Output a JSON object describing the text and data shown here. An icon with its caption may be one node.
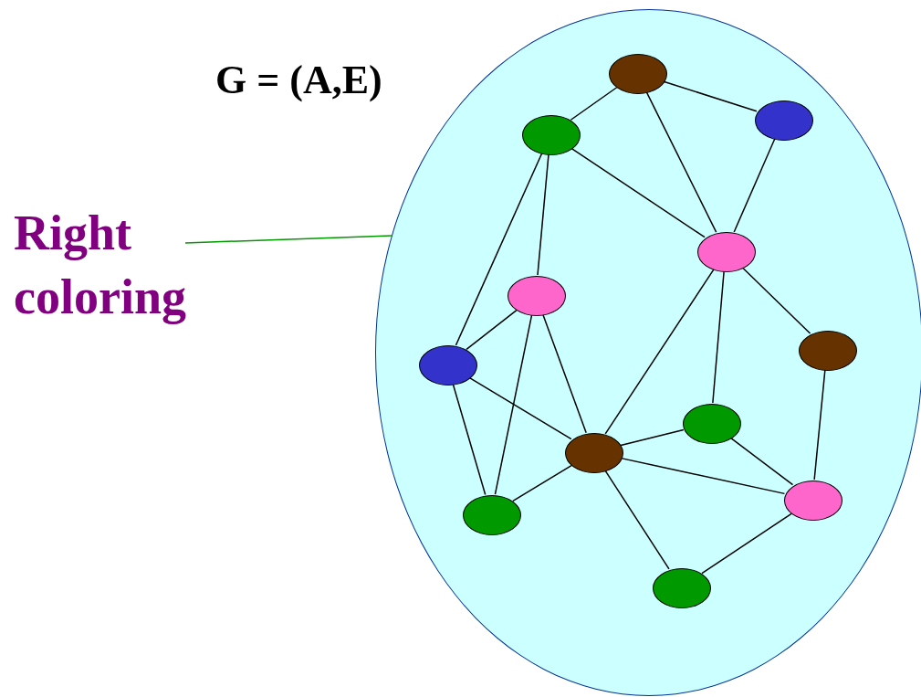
{
  "diagram": {
    "title": "G = (A,E)",
    "nodes": [
      {
        "text": [
          "Right coloring"
        ]
      },
      {
        "text": [],
        "shape": "ellipse"
      },
      {
        "text": [],
        "shape": "ellipse",
        "in": 1
      },
      {
        "text": [],
        "shape": "ellipse",
        "in": 1
      },
      {
        "text": [],
        "shape": "ellipse",
        "in": 1
      },
      {
        "text": [],
        "shape": "ellipse",
        "in": 1
      },
      {
        "text": [],
        "shape": "ellipse",
        "in": 1
      },
      {
        "text": [],
        "shape": "ellipse",
        "in": 1
      },
      {
        "text": [],
        "shape": "ellipse",
        "in": 1
      },
      {
        "text": [],
        "shape": "ellipse",
        "in": 1
      },
      {
        "text": [],
        "shape": "ellipse",
        "in": 1
      },
      {
        "text": [],
        "shape": "ellipse",
        "in": 1
      },
      {
        "text": [],
        "shape": "ellipse",
        "in": 1
      },
      {
        "text": [],
        "shape": "ellipse",
        "in": 1
      }
    ],
    "edges": [
      {
        "from": 0,
        "to": 1,
        "arrow": "none",
        "color": "#009900"
      },
      {
        "from": 2,
        "to": 3,
        "arrow": "none"
      },
      {
        "from": 2,
        "to": 4,
        "arrow": "none"
      },
      {
        "from": 2,
        "to": 5,
        "arrow": "none"
      },
      {
        "from": 4,
        "to": 5,
        "arrow": "none"
      },
      {
        "from": 3,
        "to": 5,
        "arrow": "none"
      },
      {
        "from": 3,
        "to": 6,
        "arrow": "none"
      },
      {
        "from": 3,
        "to": 8,
        "arrow": "none"
      },
      {
        "from": 5,
        "to": 7,
        "arrow": "none"
      },
      {
        "from": 5,
        "to": 10,
        "arrow": "none"
      },
      {
        "from": 5,
        "to": 9,
        "arrow": "none"
      },
      {
        "from": 6,
        "to": 8,
        "arrow": "none"
      },
      {
        "from": 6,
        "to": 12,
        "arrow": "none"
      },
      {
        "from": 6,
        "to": 10,
        "arrow": "none"
      },
      {
        "from": 8,
        "to": 10,
        "arrow": "none"
      },
      {
        "from": 8,
        "to": 12,
        "arrow": "none"
      },
      {
        "from": 10,
        "to": 12,
        "arrow": "none"
      },
      {
        "from": 10,
        "to": 9,
        "arrow": "none"
      },
      {
        "from": 10,
        "to": 11,
        "arrow": "none"
      },
      {
        "from": 10,
        "to": 13,
        "arrow": "none"
      },
      {
        "from": 9,
        "to": 11,
        "arrow": "none"
      },
      {
        "from": 7,
        "to": 11,
        "arrow": "none"
      },
      {
        "from": 11,
        "to": 13,
        "arrow": "none"
      }
    ]
  }
}
